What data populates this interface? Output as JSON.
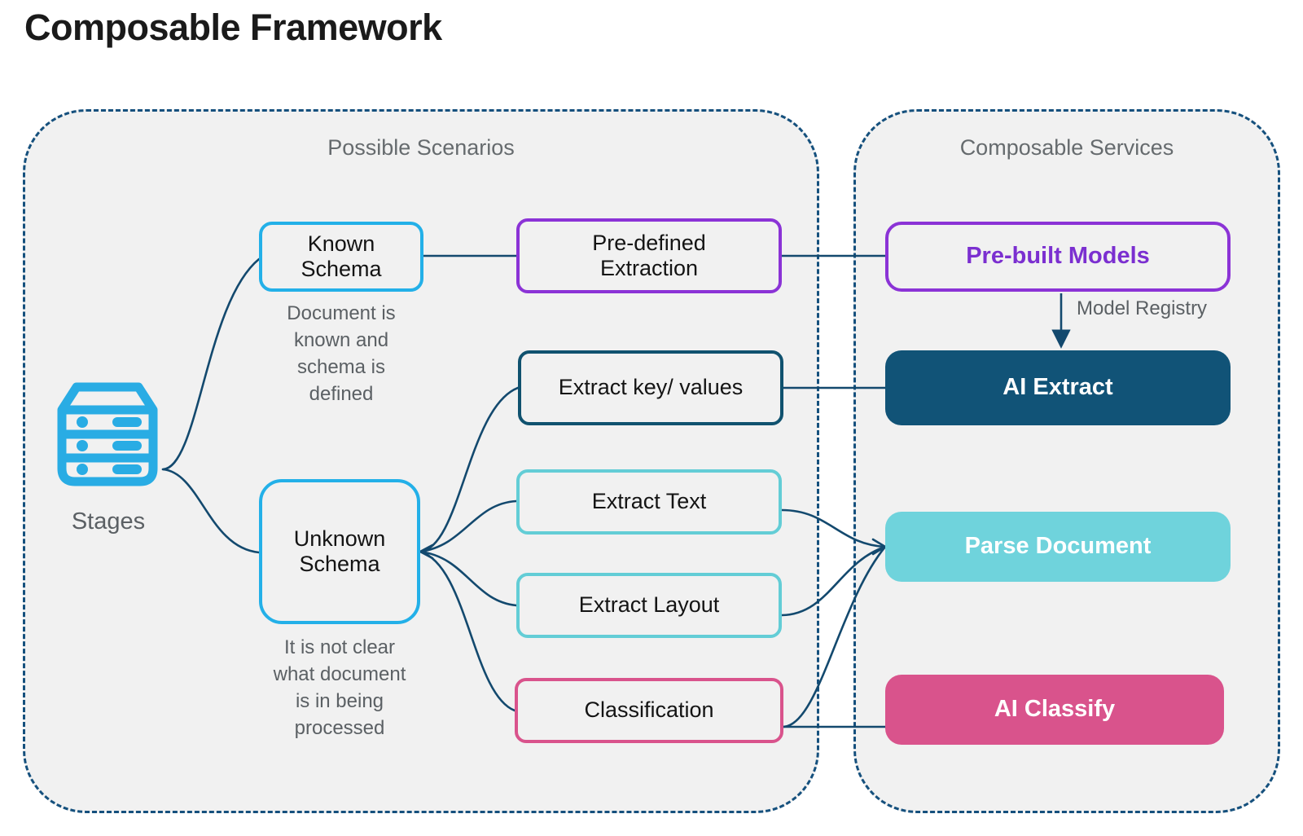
{
  "page": {
    "title": "Composable Framework"
  },
  "panels": {
    "scenarios": {
      "title": "Possible Scenarios"
    },
    "services": {
      "title": "Composable Services"
    }
  },
  "source": {
    "icon": "server-stack-icon",
    "label": "Stages"
  },
  "scenarios": {
    "known": {
      "label": "Known\nSchema",
      "caption": "Document is\nknown and\nschema is\ndefined",
      "color": "#23b0e8"
    },
    "unknown": {
      "label": "Unknown\nSchema",
      "caption": "It is not clear\nwhat document\nis in being\nprocessed",
      "color": "#23b0e8"
    }
  },
  "tasks": [
    {
      "label": "Pre-defined\nExtraction",
      "color": "#8b33d6"
    },
    {
      "label": "Extract key/ values",
      "color": "#10526f"
    },
    {
      "label": "Extract Text",
      "color": "#63cdd6"
    },
    {
      "label": "Extract Layout",
      "color": "#63cdd6"
    },
    {
      "label": "Classification",
      "color": "#d9538c"
    }
  ],
  "services": [
    {
      "label": "Pre-built Models",
      "color": "#8b33d6",
      "fill": "#f1f1f1",
      "text": "#7b2fd0"
    },
    {
      "label": "AI Extract",
      "color": "#115377",
      "fill": "#115377",
      "text": "#ffffff"
    },
    {
      "label": "Parse Document",
      "color": "#6fd3dc",
      "fill": "#6fd3dc",
      "text": "#ffffff"
    },
    {
      "label": "AI Classify",
      "color": "#d9538c",
      "fill": "#d9538c",
      "text": "#ffffff"
    }
  ],
  "edges": {
    "model_registry_label": "Model Registry",
    "connector_color": "#13496e"
  },
  "colors": {
    "panel_fill": "#f1f1f1",
    "panel_border": "#15507d",
    "background": "#ffffff",
    "title_text": "#1a1a1a",
    "muted_text": "#5b6064"
  }
}
